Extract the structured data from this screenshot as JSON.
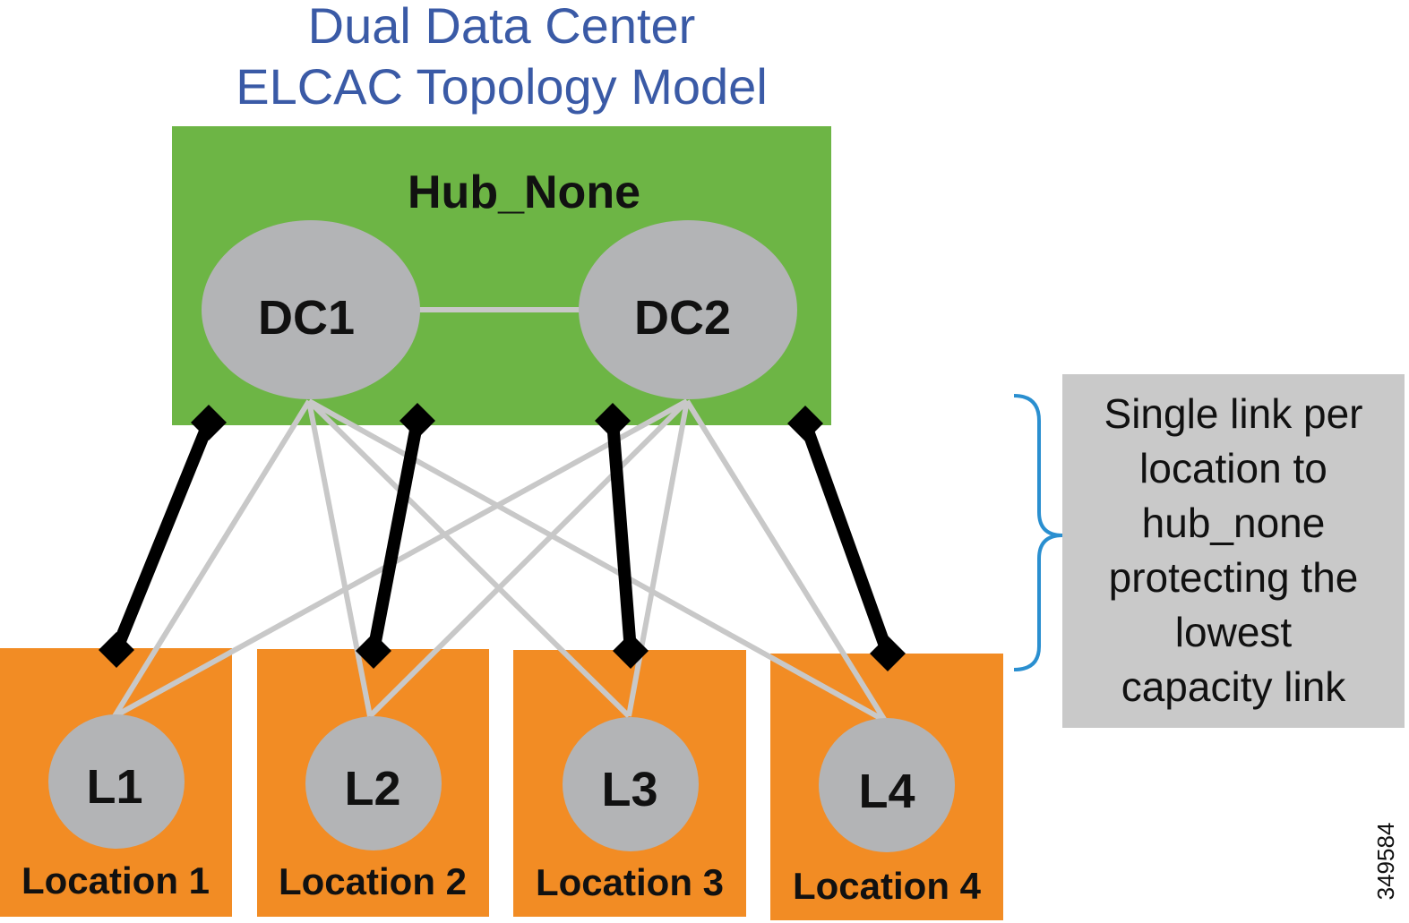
{
  "title": {
    "line1": "Dual Data Center",
    "line2": "ELCAC Topology Model"
  },
  "hub": {
    "label": "Hub_None",
    "nodes": [
      "DC1",
      "DC2"
    ]
  },
  "locations": [
    {
      "node": "L1",
      "label": "Location 1"
    },
    {
      "node": "L2",
      "label": "Location 2"
    },
    {
      "node": "L3",
      "label": "Location 3"
    },
    {
      "node": "L4",
      "label": "Location 4"
    }
  ],
  "note": {
    "lines": [
      "Single link per",
      "location to",
      "hub_none",
      "protecting the",
      "lowest",
      "capacity link"
    ]
  },
  "figure_id": "349584",
  "colors": {
    "title": "#3a5aa6",
    "hub_fill": "#6db545",
    "location_fill": "#f28c24",
    "node_fill": "#b3b4b6",
    "mesh_link": "#c8c8c8",
    "logical_link": "#000000",
    "bracket": "#2a8fd0",
    "note_fill": "#c9c9c9"
  }
}
